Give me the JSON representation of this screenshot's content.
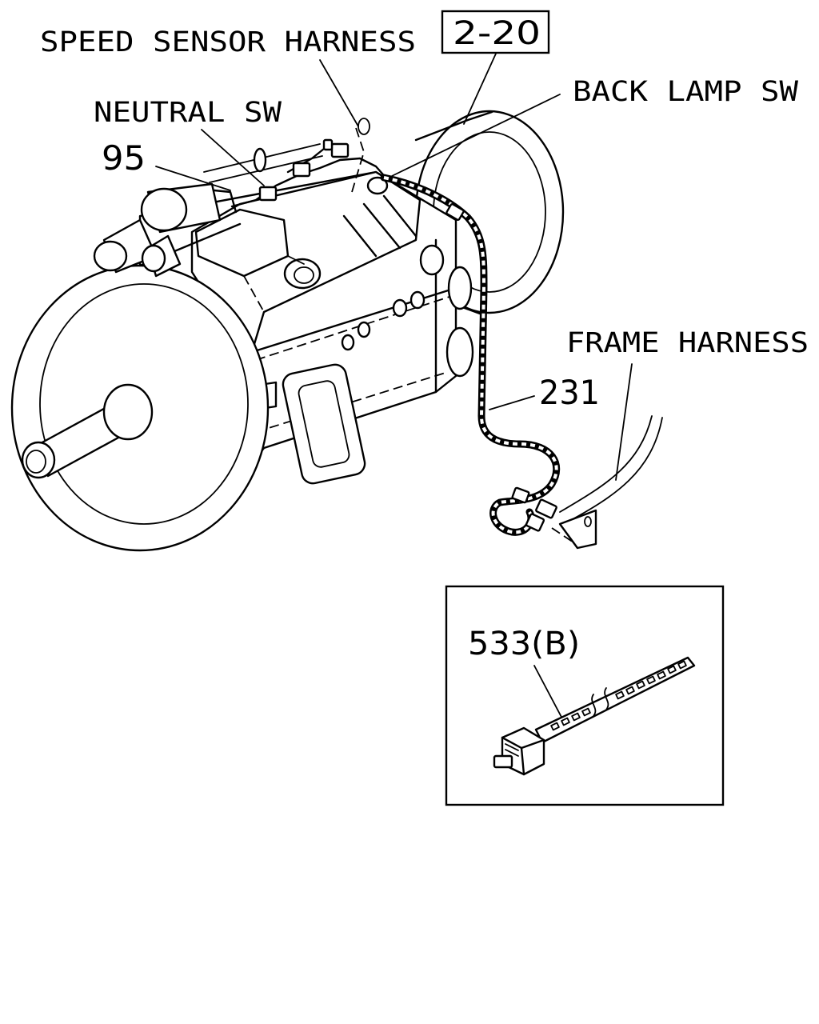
{
  "labels": {
    "speed_sensor_harness": "SPEED SENSOR HARNESS",
    "ref_box": "2-20",
    "neutral_sw": "NEUTRAL SW",
    "part_95": "95",
    "back_lamp_sw": "BACK LAMP SW",
    "frame_harness": "FRAME HARNESS",
    "part_231": "231",
    "part_533b": "533(B)"
  }
}
